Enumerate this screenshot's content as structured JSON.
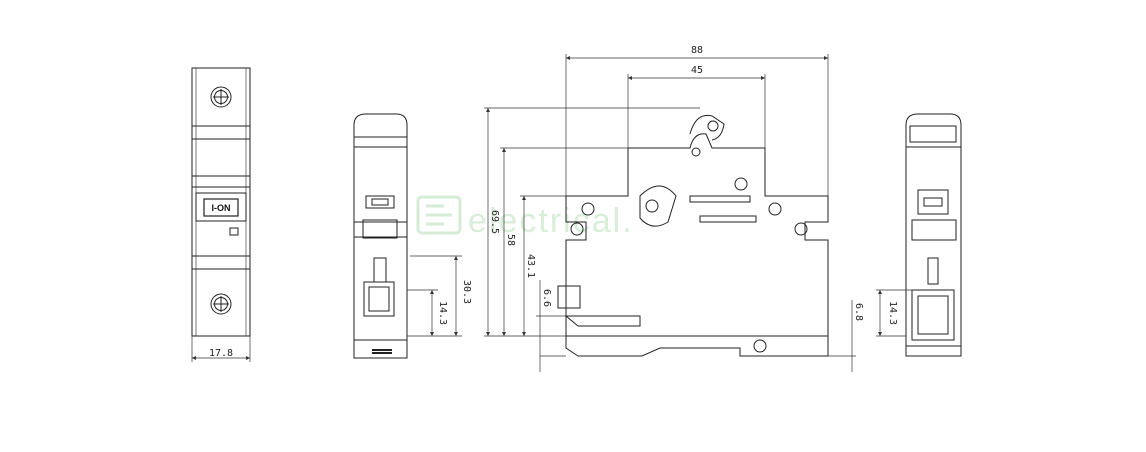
{
  "colors": {
    "line": "#222222",
    "dim_line": "#333333",
    "watermark": "#dcefdc"
  },
  "watermark": {
    "text": "electrical.",
    "icon": "watermark-logo-icon"
  },
  "front_view": {
    "nameplate": "I-ON",
    "width_dim": "17.8"
  },
  "side_view": {
    "dims": [
      "14.3",
      "30.3"
    ]
  },
  "profile_view": {
    "dims_top": [
      "88",
      "45"
    ],
    "dims_vertical": [
      "69.5",
      "58",
      "43.1",
      "6.6",
      "6.8"
    ]
  },
  "back_view": {
    "dims": [
      "14.3"
    ]
  }
}
